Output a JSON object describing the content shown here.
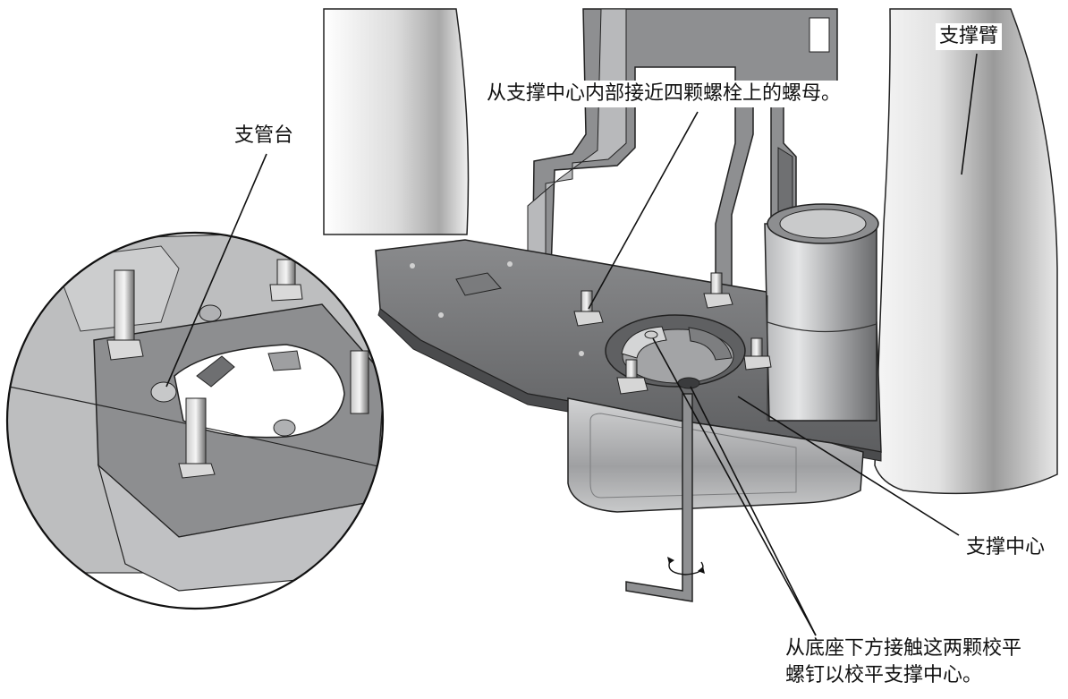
{
  "callouts": {
    "support_arm": "支撑臂",
    "nuts_access": "从支撑中心内部接近四颗螺栓上的螺母。",
    "tube_stand": "支管台",
    "support_center": "支撑中心",
    "leveling_screws": "从底座下方接触这两颗校平\n螺钉以校平支撑中心。"
  },
  "colors": {
    "line": "#111111",
    "steel_dark": "#6f7072",
    "steel_mid": "#a4a5a7",
    "steel_light": "#d9dadb",
    "arm_light": "#eeeeee"
  }
}
